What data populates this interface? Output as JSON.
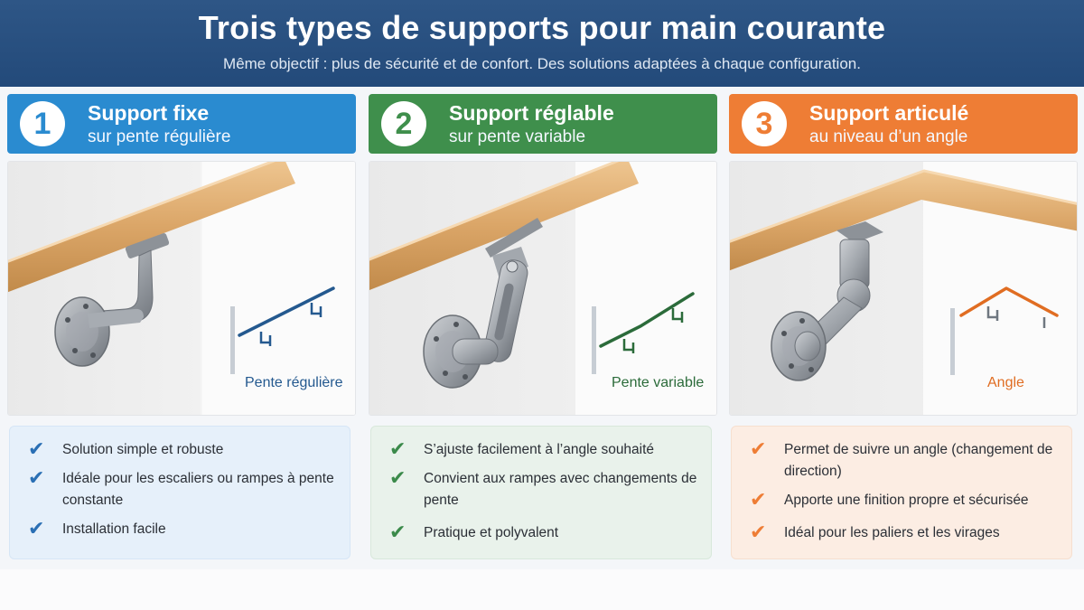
{
  "header": {
    "title": "Trois types de supports pour main courante",
    "subtitle": "Même objectif : plus de sécurité et de confort. Des solutions adaptées à chaque configuration."
  },
  "columns": [
    {
      "number": "1",
      "title": "Support fixe",
      "subtitle": "sur pente régulière",
      "caption": "Pente régulière",
      "accent": "#2a8bd0",
      "features": [
        "Solution simple et robuste",
        "Idéale pour les escaliers ou rampes à pente constante",
        "Installation facile"
      ]
    },
    {
      "number": "2",
      "title": "Support réglable",
      "subtitle": "sur pente variable",
      "caption": "Pente variable",
      "accent": "#3f8f4c",
      "features": [
        "S’ajuste facilement à l’angle souhaité",
        "Convient aux rampes avec changements de pente",
        "Pratique et polyvalent"
      ]
    },
    {
      "number": "3",
      "title": "Support articulé",
      "subtitle": "au niveau d’un angle",
      "caption": "Angle",
      "accent": "#ee7d35",
      "features": [
        "Permet de suivre un angle (changement de direction)",
        "Apporte une finition propre et sécurisée",
        "Idéal pour les paliers et les virages"
      ]
    }
  ],
  "icons": {
    "check": "check-icon",
    "handrail": "handrail-illustration",
    "slope": "slope-diagram-icon"
  }
}
